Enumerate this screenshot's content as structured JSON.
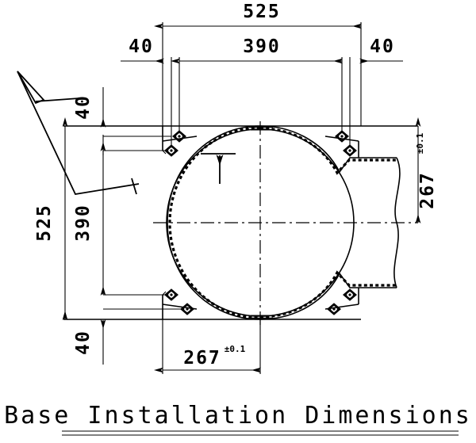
{
  "drawing": {
    "title": "Base Installation Dimensions",
    "units_implied": "mm",
    "view_type": "plan view of base mounting footprint",
    "line_color": "#000000",
    "background_color": "#ffffff"
  },
  "dimensions": {
    "top_overall": {
      "label": "525",
      "orientation": "horizontal",
      "position": "top"
    },
    "top_left_offset": {
      "label": "40",
      "orientation": "horizontal",
      "position": "top-left"
    },
    "top_inner": {
      "label": "390",
      "orientation": "horizontal",
      "position": "top-center"
    },
    "top_right_offset": {
      "label": "40",
      "orientation": "horizontal",
      "position": "top-right"
    },
    "left_top_offset": {
      "label": "40",
      "orientation": "vertical",
      "position": "left-top"
    },
    "left_overall": {
      "label": "525",
      "orientation": "vertical",
      "position": "left"
    },
    "left_inner": {
      "label": "390",
      "orientation": "vertical",
      "position": "left-center"
    },
    "left_bottom_offset": {
      "label": "40",
      "orientation": "vertical",
      "position": "left-bottom"
    },
    "right_height": {
      "value": "267",
      "tolerance": "±0.1",
      "orientation": "vertical",
      "position": "right"
    },
    "bottom_width": {
      "value": "267",
      "tolerance": "±0.1",
      "orientation": "horizontal",
      "position": "bottom"
    }
  },
  "features": {
    "bolt_count": 8,
    "bolt_label": "mounting-bolt",
    "leader_upper_left": "leader-line-to-base-plate",
    "leader_circle": "leader-arrow-to-housing-wall",
    "break_line_right": "conventional-break-line"
  }
}
